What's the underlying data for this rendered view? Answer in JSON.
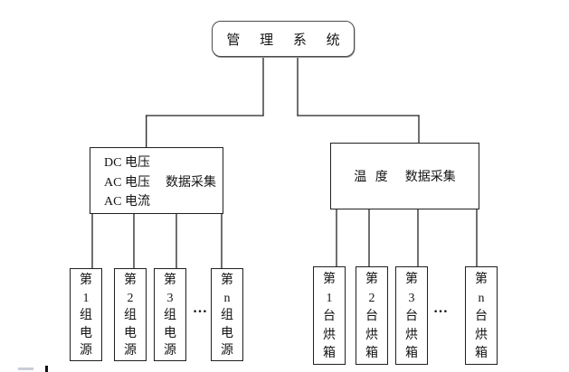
{
  "diagram": {
    "root": {
      "label": "管 理 系 统"
    },
    "left_branch": {
      "box": {
        "line1": "DC 电压",
        "line2": "AC 电压",
        "line3": "AC 电流",
        "collect_label": "数据采集"
      },
      "units": [
        "第1组电源",
        "第2组电源",
        "第3组电源",
        "第n组电源"
      ],
      "ellipsis": "…"
    },
    "right_branch": {
      "box": {
        "name": "温 度",
        "collect_label": "数据采集"
      },
      "units": [
        "第1台烘箱",
        "第2台烘箱",
        "第3台烘箱",
        "第n台烘箱"
      ],
      "ellipsis": "…"
    },
    "colors": {
      "background": "#ffffff",
      "text": "#141414",
      "line": "#222222",
      "box_border": "#202020"
    }
  }
}
